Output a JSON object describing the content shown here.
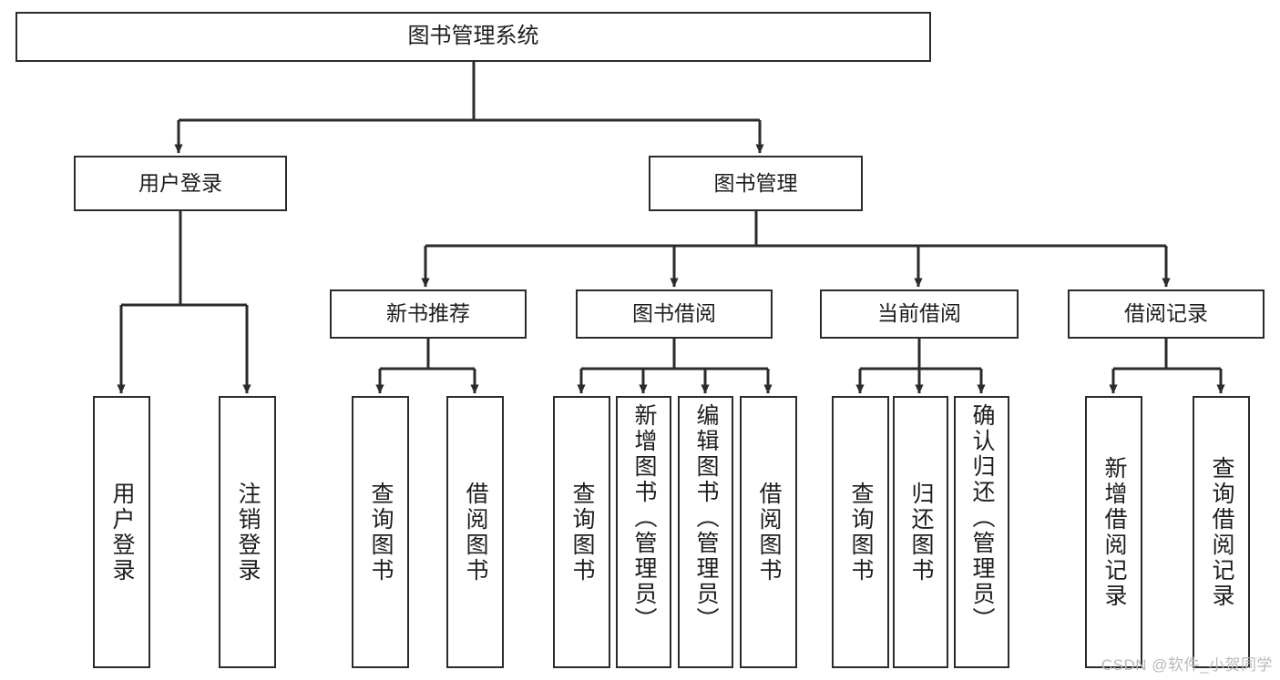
{
  "diagram": {
    "title": "图书管理系统",
    "type": "hierarchy-tree",
    "colors": {
      "box_border": "#2b2b2b",
      "box_fill": "#ffffff",
      "edge": "#2b2b2b",
      "text": "#1d1d1d",
      "watermark": "#b9b9b9",
      "background": "#ffffff"
    },
    "root": {
      "label": "图书管理系统"
    },
    "level2": [
      {
        "label": "用户登录"
      },
      {
        "label": "图书管理"
      }
    ],
    "level3": [
      {
        "label": "新书推荐"
      },
      {
        "label": "图书借阅"
      },
      {
        "label": "当前借阅"
      },
      {
        "label": "借阅记录"
      }
    ],
    "leaves": {
      "user_login": [
        {
          "label": "用户登录"
        },
        {
          "label": "注销登录"
        }
      ],
      "new_book_recommend": [
        {
          "label": "查询图书"
        },
        {
          "label": "借阅图书"
        }
      ],
      "book_borrow": [
        {
          "label": "查询图书"
        },
        {
          "label": "新增图书（管理员）"
        },
        {
          "label": "编辑图书（管理员）"
        },
        {
          "label": "借阅图书"
        }
      ],
      "current_borrow": [
        {
          "label": "查询图书"
        },
        {
          "label": "归还图书"
        },
        {
          "label": "确认归还（管理员）"
        }
      ],
      "borrow_record": [
        {
          "label": "新增借阅记录"
        },
        {
          "label": "查询借阅记录"
        }
      ]
    }
  },
  "watermark": {
    "text": "CSDN @软件_小贺同学"
  }
}
